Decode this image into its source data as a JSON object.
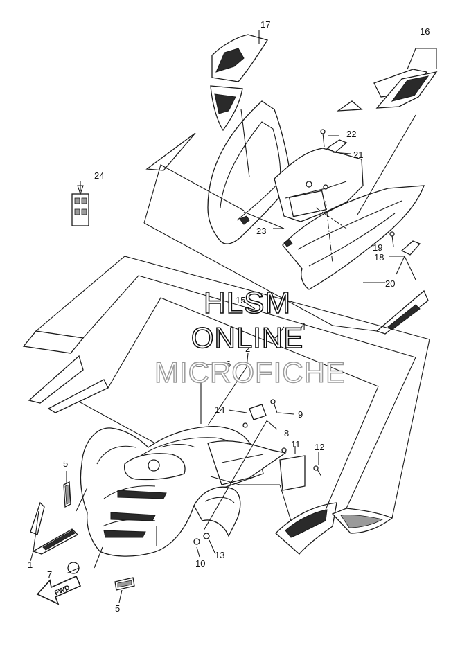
{
  "watermark": {
    "line1": "HLSM",
    "line2": "ONLINE",
    "line3": "MICROFICHE"
  },
  "badge": {
    "fwd": "FWD"
  },
  "callouts": [
    {
      "id": "c1",
      "label": "1"
    },
    {
      "id": "c2",
      "label": "2"
    },
    {
      "id": "c4",
      "label": "4"
    },
    {
      "id": "c5a",
      "label": "5"
    },
    {
      "id": "c5b",
      "label": "5"
    },
    {
      "id": "c6",
      "label": "6"
    },
    {
      "id": "c7",
      "label": "7"
    },
    {
      "id": "c8",
      "label": "8"
    },
    {
      "id": "c9",
      "label": "9"
    },
    {
      "id": "c10",
      "label": "10"
    },
    {
      "id": "c11",
      "label": "11"
    },
    {
      "id": "c12",
      "label": "12"
    },
    {
      "id": "c13",
      "label": "13"
    },
    {
      "id": "c14",
      "label": "14"
    },
    {
      "id": "c15",
      "label": "15"
    },
    {
      "id": "c16",
      "label": "16"
    },
    {
      "id": "c17",
      "label": "17"
    },
    {
      "id": "c18",
      "label": "18"
    },
    {
      "id": "c19",
      "label": "19"
    },
    {
      "id": "c20",
      "label": "20"
    },
    {
      "id": "c21",
      "label": "21"
    },
    {
      "id": "c22",
      "label": "22"
    },
    {
      "id": "c23",
      "label": "23"
    },
    {
      "id": "c24",
      "label": "24"
    }
  ]
}
